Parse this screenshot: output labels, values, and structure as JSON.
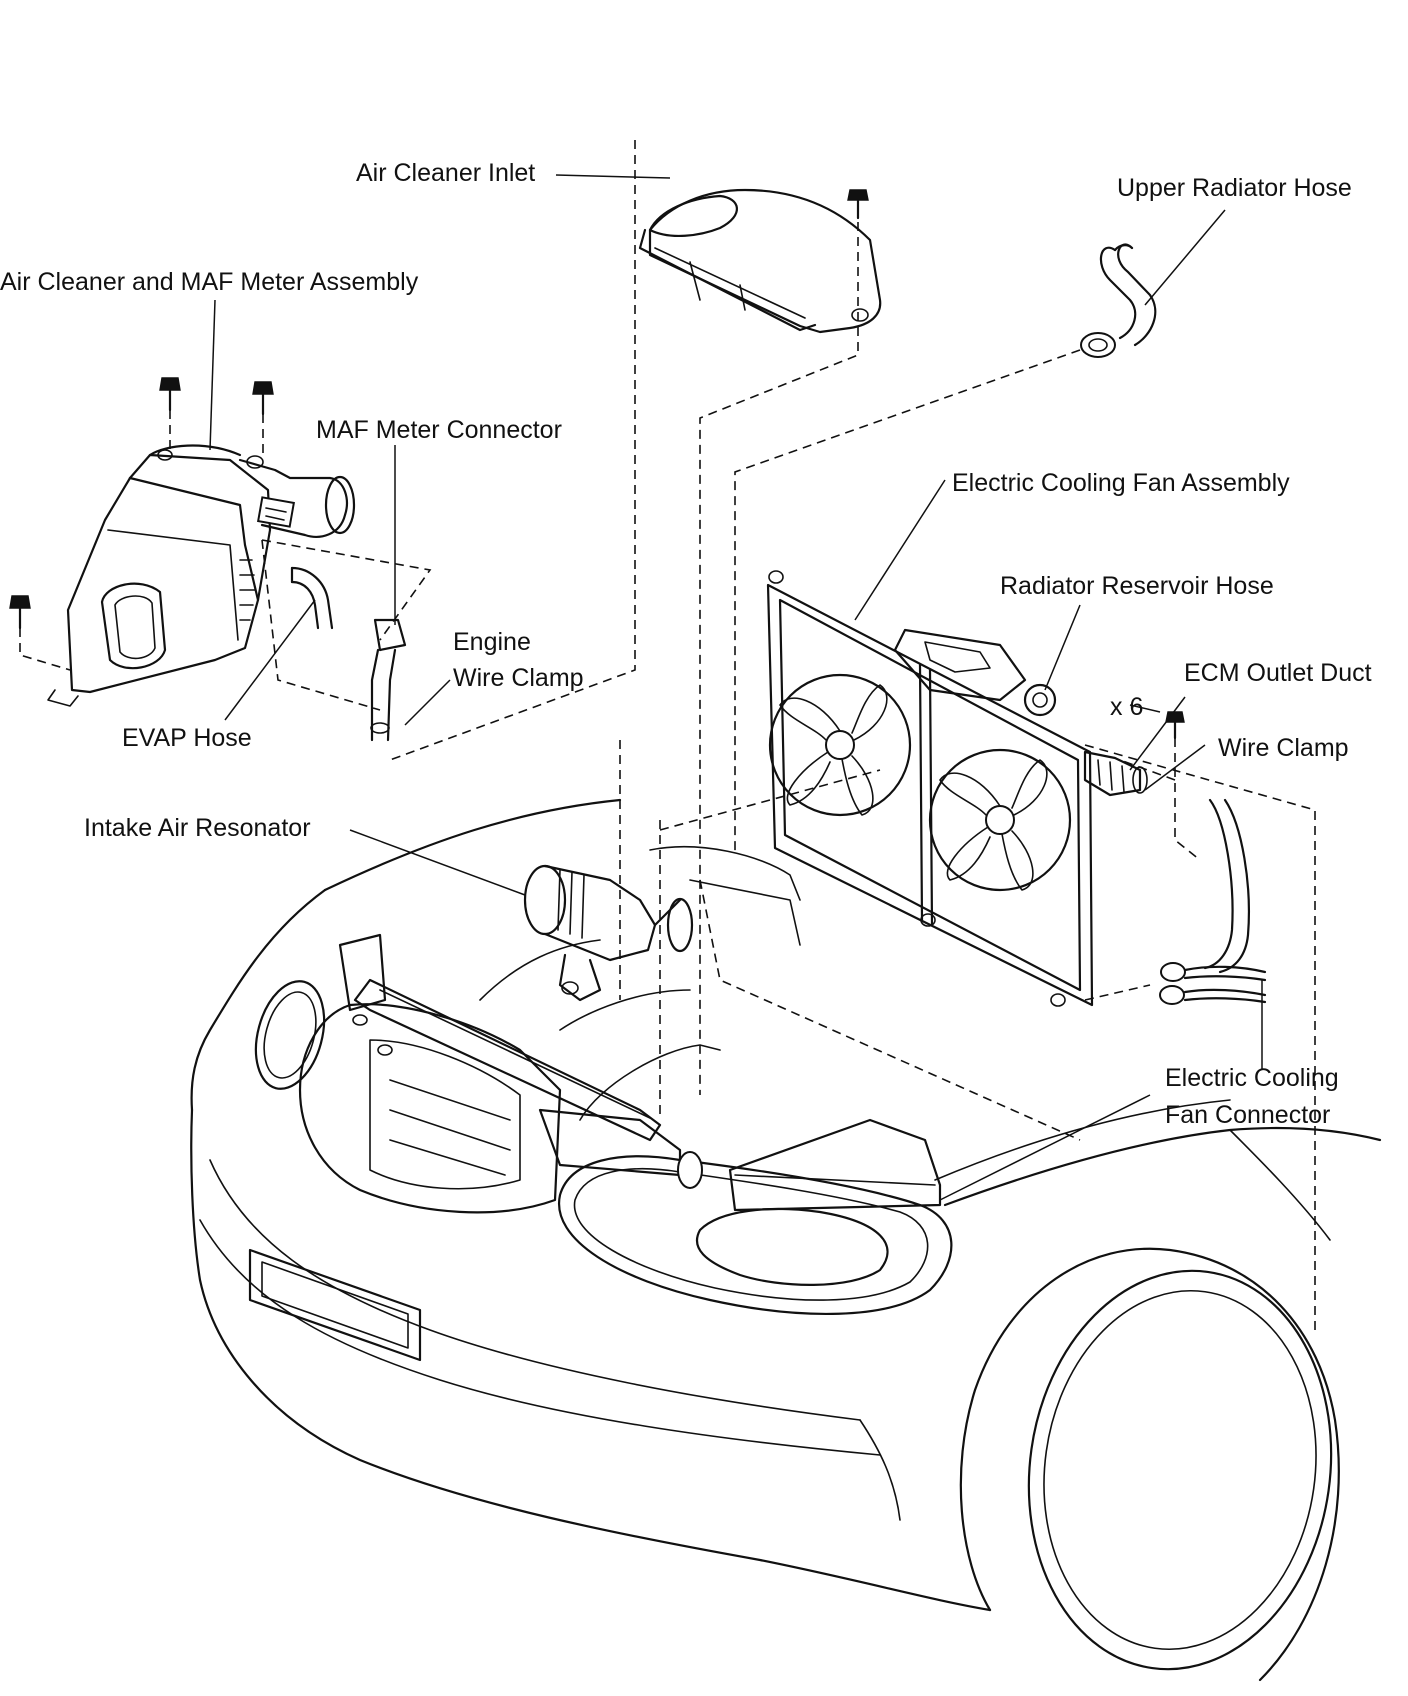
{
  "labels": {
    "air_cleaner_inlet": "Air Cleaner Inlet",
    "upper_radiator_hose": "Upper Radiator Hose",
    "air_cleaner_maf_assembly": "Air Cleaner and MAF Meter Assembly",
    "maf_meter_connector": "MAF Meter Connector",
    "electric_cooling_fan_assembly": "Electric Cooling Fan Assembly",
    "radiator_reservoir_hose": "Radiator Reservoir Hose",
    "ecm_outlet_duct": "ECM Outlet Duct",
    "quantity_x6": "x 6",
    "wire_clamp_right": "Wire Clamp",
    "engine_wire_clamp_line1": "Engine",
    "engine_wire_clamp_line2": "Wire Clamp",
    "evap_hose": "EVAP Hose",
    "intake_air_resonator": "Intake Air Resonator",
    "electric_cooling_fan_connector_line1": "Electric Cooling",
    "electric_cooling_fan_connector_line2": "Fan Connector"
  }
}
